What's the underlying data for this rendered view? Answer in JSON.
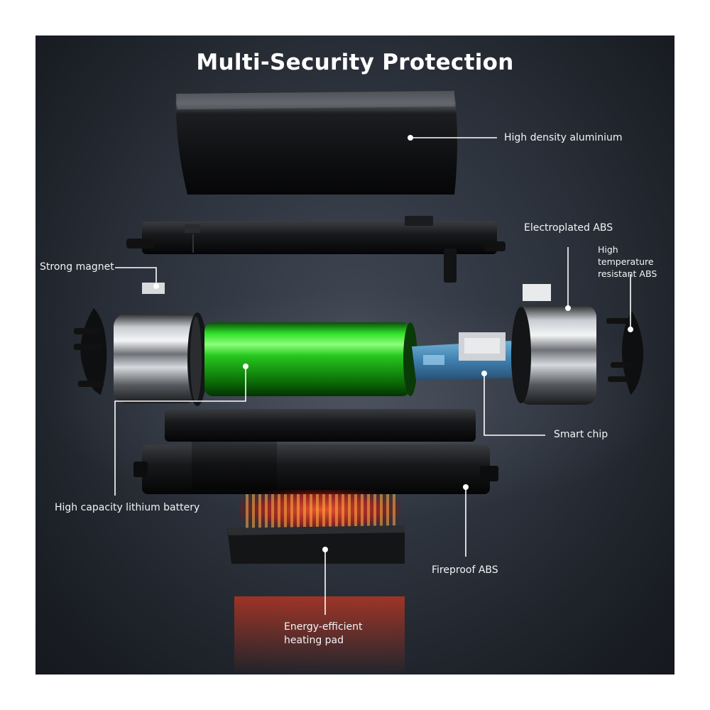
{
  "title": "Multi-Security Protection",
  "labels": {
    "aluminium": "High density aluminium",
    "electroplated_abs": "Electroplated ABS",
    "high_temp_abs": "High temperature\nresistant ABS",
    "strong_magnet": "Strong magnet",
    "smart_chip": "Smart chip",
    "lithium_battery": "High capacity lithium battery",
    "fireproof_abs": "Fireproof ABS",
    "heating_pad": "Energy-efficient\nheating pad"
  },
  "colors": {
    "background": "#2d333d",
    "battery": "#22d61e",
    "heating_glow": "#ff3a1a",
    "label_text": "#f2f4f7"
  }
}
